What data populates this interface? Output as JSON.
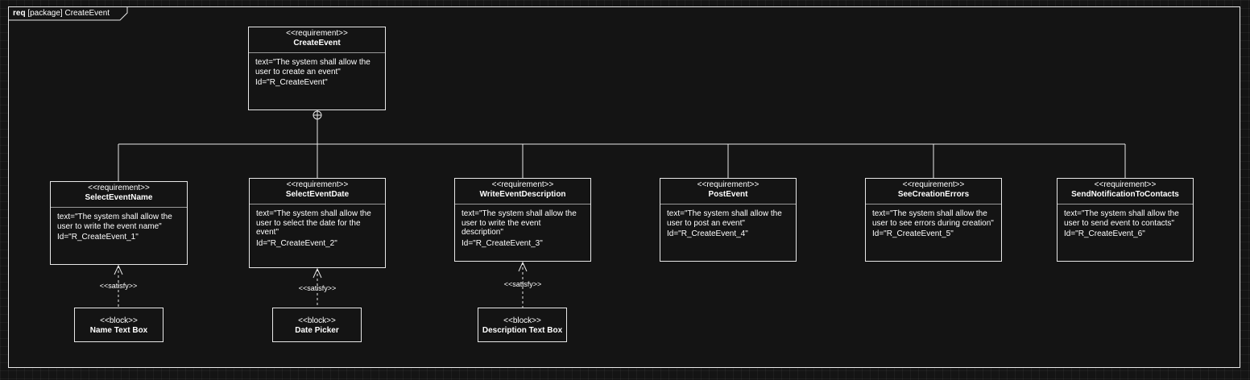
{
  "frame": {
    "kind": "req",
    "title": "[package] CreateEvent"
  },
  "requirements": [
    {
      "stereotype": "<<requirement>>",
      "name": "CreateEvent",
      "text": "text=\"The system shall allow the user to create an event\"",
      "id": "Id=\"R_CreateEvent\""
    },
    {
      "stereotype": "<<requirement>>",
      "name": "SelectEventName",
      "text": "text=\"The system shall allow the user to write the event name\"",
      "id": "Id=\"R_CreateEvent_1\""
    },
    {
      "stereotype": "<<requirement>>",
      "name": "SelectEventDate",
      "text": "text=\"The system shall allow the user to select the date for the event\"",
      "id": "Id=\"R_CreateEvent_2\""
    },
    {
      "stereotype": "<<requirement>>",
      "name": "WriteEventDescription",
      "text": "text=\"The system shall allow the user to write the event description\"",
      "id": "Id=\"R_CreateEvent_3\""
    },
    {
      "stereotype": "<<requirement>>",
      "name": "PostEvent",
      "text": "text=\"The system shall allow the user to post an event\"",
      "id": "Id=\"R_CreateEvent_4\""
    },
    {
      "stereotype": "<<requirement>>",
      "name": "SeeCreationErrors",
      "text": "text=\"The system shall allow the user to see errors during creation\"",
      "id": "Id=\"R_CreateEvent_5\""
    },
    {
      "stereotype": "<<requirement>>",
      "name": "SendNotificationToContacts",
      "text": "text=\"The system shall allow the user to send event to contacts\"",
      "id": "Id=\"R_CreateEvent_6\""
    }
  ],
  "blocks": [
    {
      "stereotype": "<<block>>",
      "name": "Name Text Box"
    },
    {
      "stereotype": "<<block>>",
      "name": "Date Picker"
    },
    {
      "stereotype": "<<block>>",
      "name": "Description Text Box"
    }
  ],
  "satisfy_label": "<<satisfy>>",
  "colors": {
    "background": "#141414",
    "line": "#e8e8e8",
    "text": "#ffffff"
  }
}
